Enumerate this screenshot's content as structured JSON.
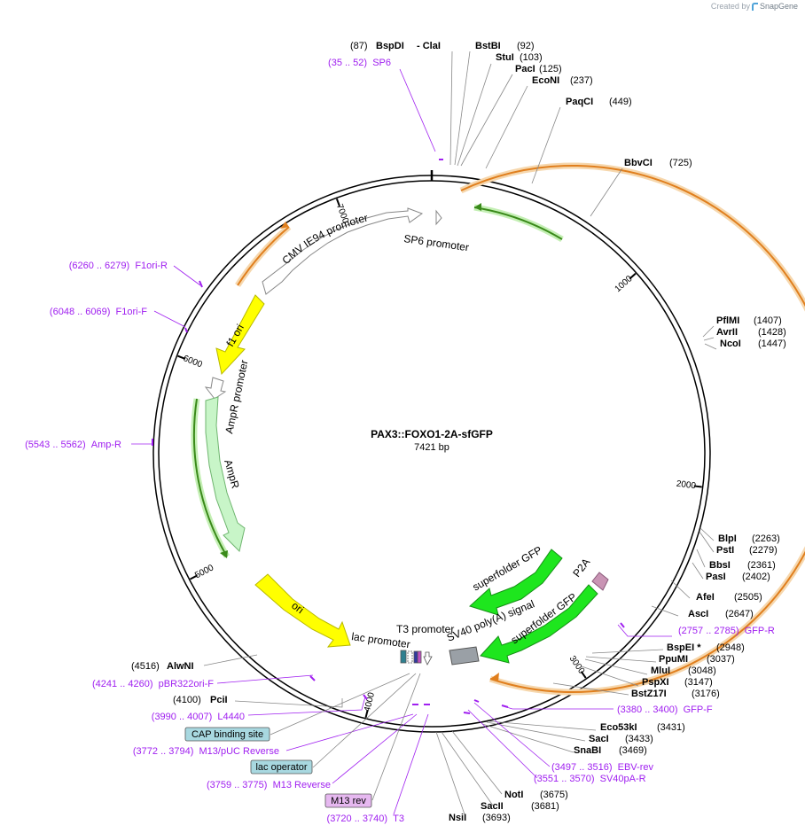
{
  "credit": {
    "created_by": "Created by",
    "brand": "SnapGene",
    "icon": "snapgene-logo-icon"
  },
  "plasmid": {
    "name": "PAX3::FOXO1-2A-sfGFP",
    "length_label": "7421 bp",
    "length": 7421
  },
  "colors": {
    "backbone": "#000000",
    "primer": "#a020f0",
    "ori_arrow": "#ffff00",
    "gfp_arrow": "#1ee61e",
    "ampr_arrow": "#c8f5c8",
    "promoter_arrow": "#ffffff",
    "orange_orf": "#e07f1e",
    "orange_halo": "#f6d7ad",
    "green_orf": "#3a8a1a",
    "green_halo": "#c4efb4",
    "p2a": "#c994b4",
    "sv40": "#9aa0a6",
    "cap_box": "#a8d8e0",
    "m13rev_box": "#e6b8f0"
  },
  "ticks": [
    {
      "bp": 1000,
      "label": "1000"
    },
    {
      "bp": 2000,
      "label": "2000"
    },
    {
      "bp": 3000,
      "label": "3000"
    },
    {
      "bp": 4000,
      "label": "4000"
    },
    {
      "bp": 5000,
      "label": "5000"
    },
    {
      "bp": 6000,
      "label": "6000"
    },
    {
      "bp": 7000,
      "label": "7000"
    }
  ],
  "sites": [
    {
      "name": "BspDI",
      "extra": "- ClaI",
      "pos_text": "(87)",
      "bp": 87
    },
    {
      "name": "BstBI",
      "pos_text": "(92)",
      "bp": 92
    },
    {
      "name": "StuI",
      "pos_text": "(103)",
      "bp": 103
    },
    {
      "name": "PacI",
      "pos_text": "(125)",
      "bp": 125
    },
    {
      "name": "EcoNI",
      "pos_text": "(237)",
      "bp": 237
    },
    {
      "name": "PaqCI",
      "pos_text": "(449)",
      "bp": 449
    },
    {
      "name": "BbvCI",
      "pos_text": "(725)",
      "bp": 725
    },
    {
      "name": "PflMI",
      "pos_text": "(1407)",
      "bp": 1407
    },
    {
      "name": "AvrII",
      "pos_text": "(1428)",
      "bp": 1428
    },
    {
      "name": "NcoI",
      "pos_text": "(1447)",
      "bp": 1447
    },
    {
      "name": "BlpI",
      "pos_text": "(2263)",
      "bp": 2263
    },
    {
      "name": "PstI",
      "pos_text": "(2279)",
      "bp": 2279
    },
    {
      "name": "BbsI",
      "pos_text": "(2361)",
      "bp": 2361
    },
    {
      "name": "PasI",
      "pos_text": "(2402)",
      "bp": 2402
    },
    {
      "name": "AfeI",
      "pos_text": "(2505)",
      "bp": 2505
    },
    {
      "name": "AscI",
      "pos_text": "(2647)",
      "bp": 2647
    },
    {
      "name": "BspEI *",
      "pos_text": "(2948)",
      "bp": 2948
    },
    {
      "name": "PpuMI",
      "pos_text": "(3037)",
      "bp": 3037
    },
    {
      "name": "MluI",
      "pos_text": "(3048)",
      "bp": 3048
    },
    {
      "name": "PspXI",
      "pos_text": "(3147)",
      "bp": 3147
    },
    {
      "name": "BstZ17I",
      "pos_text": "(3176)",
      "bp": 3176
    },
    {
      "name": "Eco53kI",
      "pos_text": "(3431)",
      "bp": 3431
    },
    {
      "name": "SacI",
      "pos_text": "(3433)",
      "bp": 3433
    },
    {
      "name": "SnaBI",
      "pos_text": "(3469)",
      "bp": 3469
    },
    {
      "name": "NotI",
      "pos_text": "(3675)",
      "bp": 3675
    },
    {
      "name": "SacII",
      "pos_text": "(3681)",
      "bp": 3681
    },
    {
      "name": "NsiI",
      "pos_text": "(3693)",
      "bp": 3693
    },
    {
      "name": "AlwNI",
      "pos_text": "(4516)",
      "bp": 4516
    },
    {
      "name": "PciI",
      "pos_text": "(4100)",
      "bp": 4100
    }
  ],
  "primers": [
    {
      "range": "(35 .. 52)",
      "name": "SP6",
      "bp": 43
    },
    {
      "range": "(6260 .. 6279)",
      "name": "F1ori-R",
      "bp": 6270
    },
    {
      "range": "(6048 .. 6069)",
      "name": "F1ori-F",
      "bp": 6058
    },
    {
      "range": "(5543 .. 5562)",
      "name": "Amp-R",
      "bp": 5552
    },
    {
      "range": "(2757 .. 2785)",
      "name": "GFP-R",
      "bp": 2771
    },
    {
      "range": "(3380 .. 3400)",
      "name": "GFP-F",
      "bp": 3390
    },
    {
      "range": "(3497 .. 3516)",
      "name": "EBV-rev",
      "bp": 3506
    },
    {
      "range": "(3551 .. 3570)",
      "name": "SV40pA-R",
      "bp": 3560
    },
    {
      "range": "(4241 .. 4260)",
      "name": "pBR322ori-F",
      "bp": 4250
    },
    {
      "range": "(3990 .. 4007)",
      "name": "L4440",
      "bp": 3998
    },
    {
      "range": "(3772 .. 3794)",
      "name": "M13/pUC Reverse",
      "bp": 3783
    },
    {
      "range": "(3759 .. 3775)",
      "name": "M13 Reverse",
      "bp": 3767
    },
    {
      "range": "(3720 .. 3740)",
      "name": "T3",
      "bp": 3730
    }
  ],
  "boxed_features": [
    {
      "label": "CAP binding site",
      "kind": "cap"
    },
    {
      "label": "lac operator",
      "kind": "cap"
    },
    {
      "label": "M13 rev",
      "kind": "m13"
    }
  ],
  "features": [
    {
      "label": "CMV IE94 promoter",
      "kind": "promoter"
    },
    {
      "label": "SP6 promoter",
      "kind": "promoter"
    },
    {
      "label": "f1 ori",
      "kind": "ori"
    },
    {
      "label": "AmpR promoter",
      "kind": "promoter"
    },
    {
      "label": "AmpR",
      "kind": "ampr"
    },
    {
      "label": "ori",
      "kind": "ori"
    },
    {
      "label": "lac promoter",
      "kind": "promoter"
    },
    {
      "label": "T3 promoter",
      "kind": "promoter"
    },
    {
      "label": "SV40 poly(A) signal",
      "kind": "terminator"
    },
    {
      "label": "superfolder GFP",
      "kind": "gfp"
    },
    {
      "label": "superfolder GFP",
      "kind": "gfp"
    },
    {
      "label": "P2A",
      "kind": "p2a"
    }
  ]
}
